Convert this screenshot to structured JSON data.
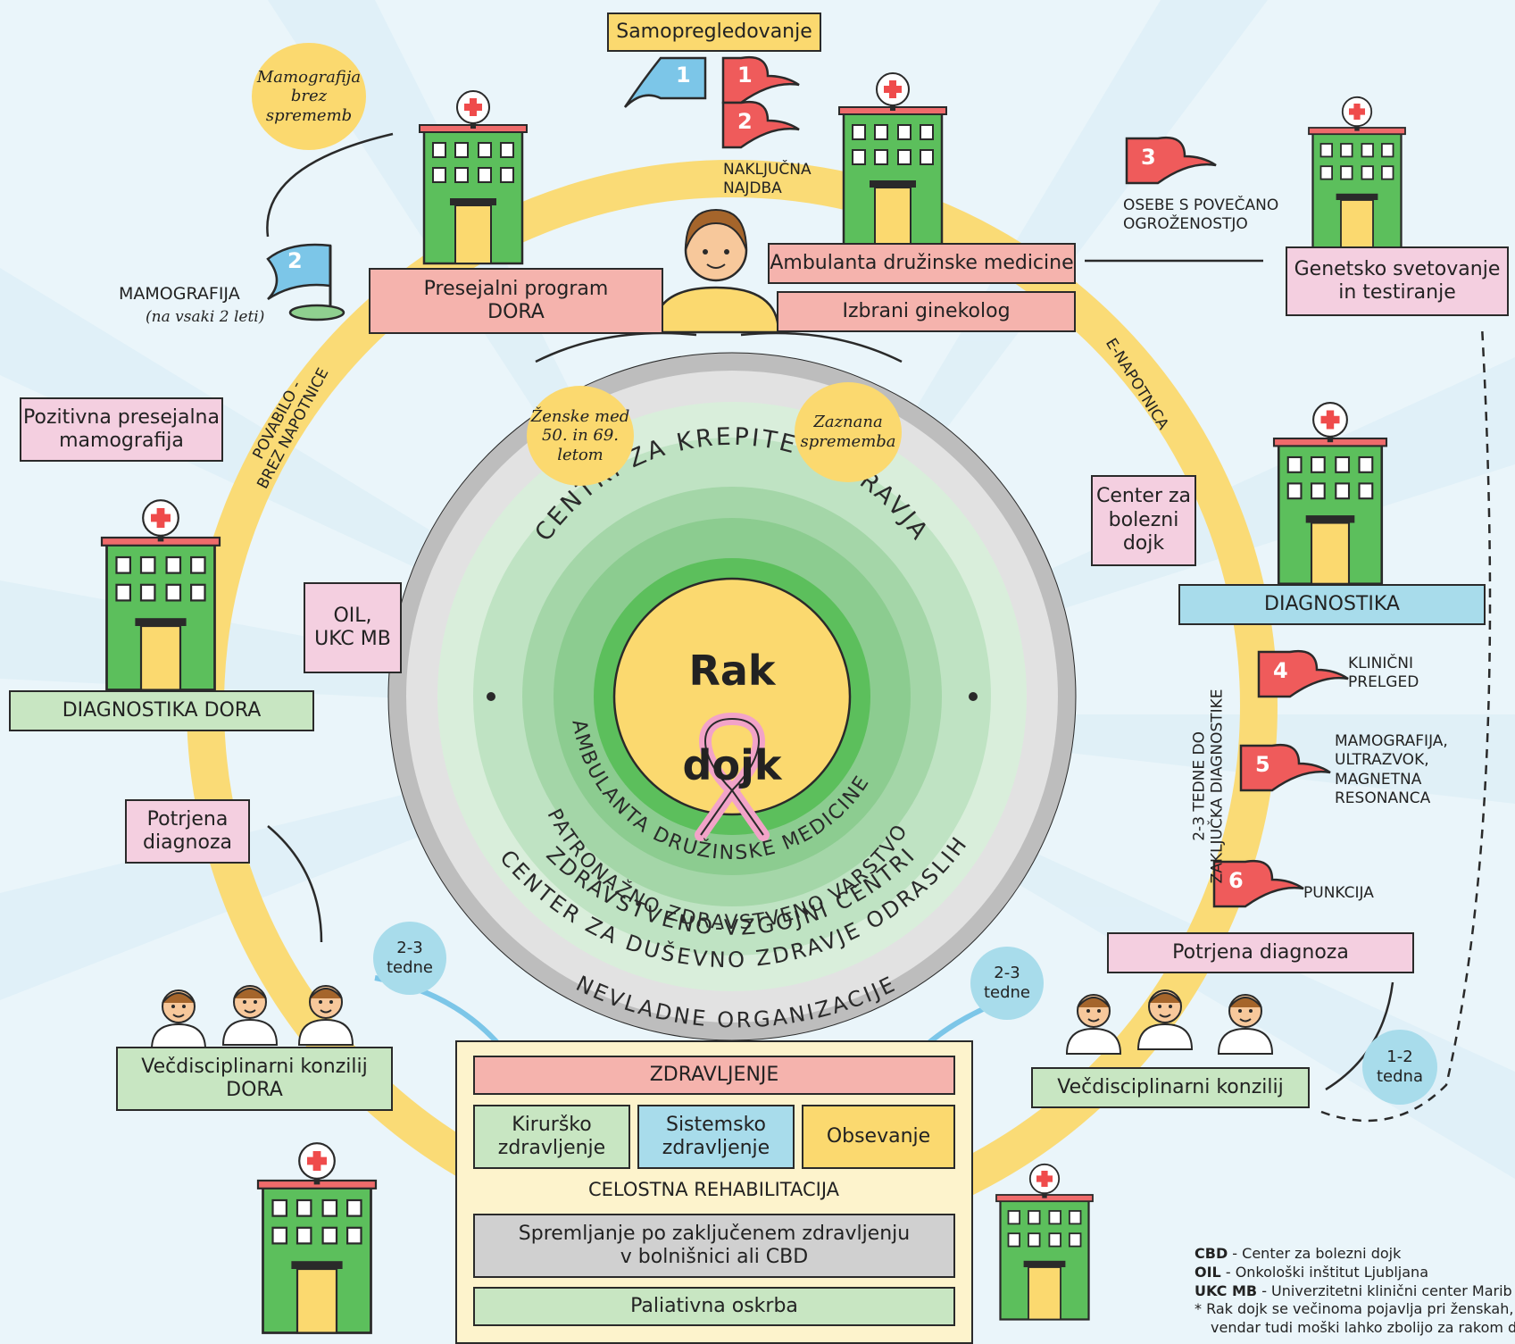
{
  "center": {
    "title_line1": "Rak",
    "title_line2": "dojk",
    "ring_outer": "NEVLADNE ORGANIZACIJE",
    "ring_2": "CENTER ZA DUŠEVNO ZDRAVJE ODRASLIH",
    "ring_3": "ZDRAVSTVENO-VZGOJNI CENTRI",
    "ring_4": "PATRONAŽNO ZDRAVSTVENO VARSTVO",
    "ring_5": "AMBULANTA DRUŽINSKE MEDICINE",
    "ring_top": "CENTRI ZA KREPITEV ZDRAVJA"
  },
  "top": {
    "self_exam": "Samopregledovanje",
    "incidental": "NAKLJUČNA\nNAJDBA",
    "dora_program": "Presejalni program\nDORA",
    "family_medicine": "Ambulanta družinske medicine",
    "gynecologist": "Izbrani ginekolog",
    "women_bubble": "Ženske med\n50. in 69.\nletom",
    "change_bubble": "Zaznana\nsprememba"
  },
  "left": {
    "mammo_no_change": "Mamografija\nbrez sprememb",
    "mammography": "MAMOGRAFIJA",
    "mammography_note": "(na vsaki 2 leti)",
    "invitation": "POVABILO -\nBREZ NAPOTNICE",
    "positive_screening": "Pozitivna presejalna\nmamografija",
    "oil_ukc": "OIL,\nUKC MB",
    "diag_dora": "DIAGNOSTIKA DORA",
    "confirmed": "Potrjena\ndiagnoza",
    "council_dora": "Večdisciplinarni konzilij\nDORA",
    "weeks_left": "2-3\ntedne"
  },
  "right": {
    "increased_risk": "OSEBE S POVEČANO\nOGROŽENOSTJO",
    "genetic": "Genetsko svetovanje\nin testiranje",
    "e_referral": "E-NAPOTNICA",
    "center_breast": "Center za\nbolezni\ndojk",
    "diagnostics": "DIAGNOSTIKA",
    "weeks_final": "2-3 TEDNE DO\nZAKLJUČKA DIAGNOSTIKE",
    "clinical": "KLINIČNI\nPRELGED",
    "imaging": "MAMOGRAFIJA,\nULTRAZVOK,\nMAGNETNA\nRESONANCA",
    "puncture": "PUNKCIJA",
    "confirmed": "Potrjena diagnoza",
    "council": "Večdisciplinarni konzilij",
    "weeks_right": "2-3\ntedne",
    "weeks_1_2": "1-2\ntedna"
  },
  "flags": [
    "1",
    "1",
    "2",
    "3",
    "2",
    "4",
    "5",
    "6"
  ],
  "treatment": {
    "header": "ZDRAVLJENJE",
    "surgery": "Kirurško\nzdravljenje",
    "systemic": "Sistemsko\nzdravljenje",
    "radiation": "Obsevanje",
    "rehab": "CELOSTNA REHABILITACIJA",
    "followup": "Spremljanje po zaključenem zdravljenju\nv bolnišnici ali CBD",
    "palliative": "Paliativna oskrba"
  },
  "legend": {
    "cbd_abbr": "CBD",
    "cbd_text": " - Center za bolezni dojk",
    "oil_abbr": "OIL",
    "oil_text": " - Onkološki inštitut Ljubljana",
    "ukc_abbr": "UKC MB",
    "ukc_text": " - Univerzitetni klinični center Marib",
    "note1": "*  Rak dojk se večinoma pojavlja pri ženskah,",
    "note2": "vendar tudi moški lahko zbolijo za rakom do"
  },
  "colors": {
    "ring_yellow": "#fbd96f",
    "hospital_green": "#5cbf5c",
    "flag_red": "#ef5b5b",
    "flag_blue": "#7cc6e8",
    "ribbon_pink": "#f2a3c8"
  }
}
